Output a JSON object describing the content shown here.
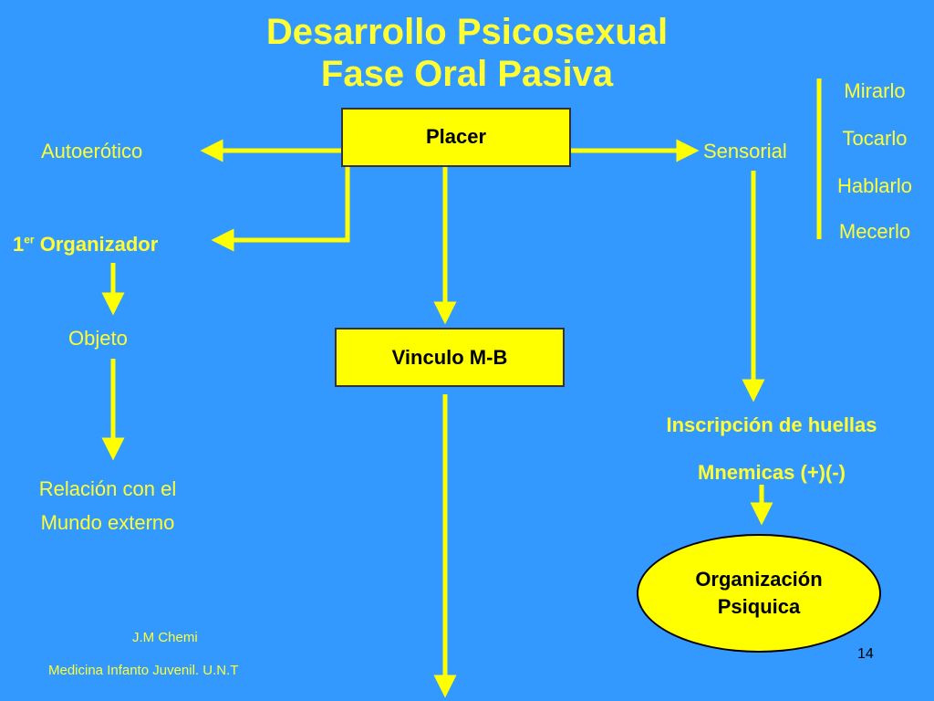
{
  "title": {
    "line1": "Desarrollo Psicosexual",
    "line2": "Fase Oral Pasiva"
  },
  "nodes": {
    "placer": "Placer",
    "autoerotico": "Autoerótico",
    "sensorial": "Sensorial",
    "organizador_number": "1",
    "organizador_sup": "er",
    "organizador_label": "Organizador",
    "objeto": "Objeto",
    "vinculo": "Vinculo M-B",
    "relacion_line1": "Relación con el",
    "relacion_line2": "Mundo externo",
    "inscripcion_line1": "Inscripción de huellas",
    "inscripcion_line2": "Mnemicas (+)(-)",
    "organizacion_line1": "Organización",
    "organizacion_line2": "Psiquica"
  },
  "sensorial_list": [
    "Mirarlo",
    "Tocarlo",
    "Hablarlo",
    "Mecerlo"
  ],
  "footer": {
    "author": "J.M Chemi",
    "institution": "Medicina Infanto Juvenil. U.N.T",
    "page": "14"
  },
  "colors": {
    "background": "#3399ff",
    "accent": "#ffff00",
    "text": "#ffff33"
  }
}
